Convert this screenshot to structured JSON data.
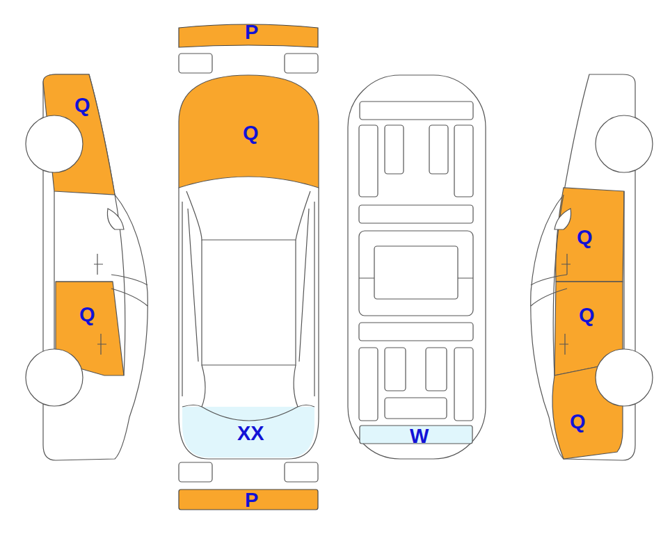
{
  "diagram": {
    "labels": [
      "P",
      "Q",
      "Q",
      "Q",
      "Q",
      "Q",
      "Q",
      "XX",
      "W",
      "P"
    ]
  }
}
